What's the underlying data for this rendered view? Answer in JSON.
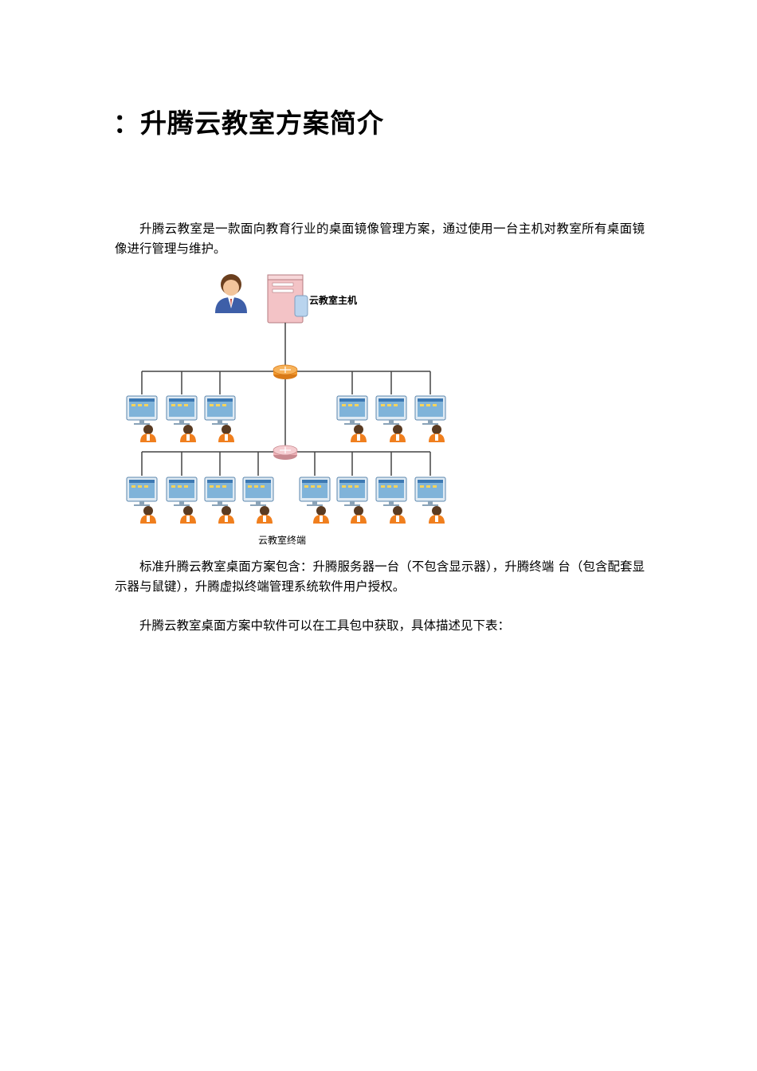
{
  "title": "：升腾云教室方案简介",
  "paragraphs": {
    "intro": "升腾云教室是一款面向教育行业的桌面镜像管理方案，通过使用一台主机对教室所有桌面镜像进行管理与维护。",
    "package": "标准升腾云教室桌面方案包含：升腾服务器一台（不包含显示器），升腾终端  台（包含配套显示器与鼠键），升腾虚拟终端管理系统软件用户授权。",
    "software": "升腾云教室桌面方案中软件可以在工具包中获取，具体描述见下表："
  },
  "diagram": {
    "host_label": "云教室主机",
    "terminal_label": "云教室终端",
    "icons": [
      "admin-user-icon",
      "server-tower-icon",
      "router-icon",
      "terminal-pc-icon",
      "student-user-icon"
    ],
    "colors": {
      "server": "#f3c3c6",
      "router_top": "#f39a2e",
      "router_bottom": "#efb2b8",
      "monitor": "#7fb3d9",
      "student": "#f07f1e",
      "line": "#444444"
    }
  }
}
